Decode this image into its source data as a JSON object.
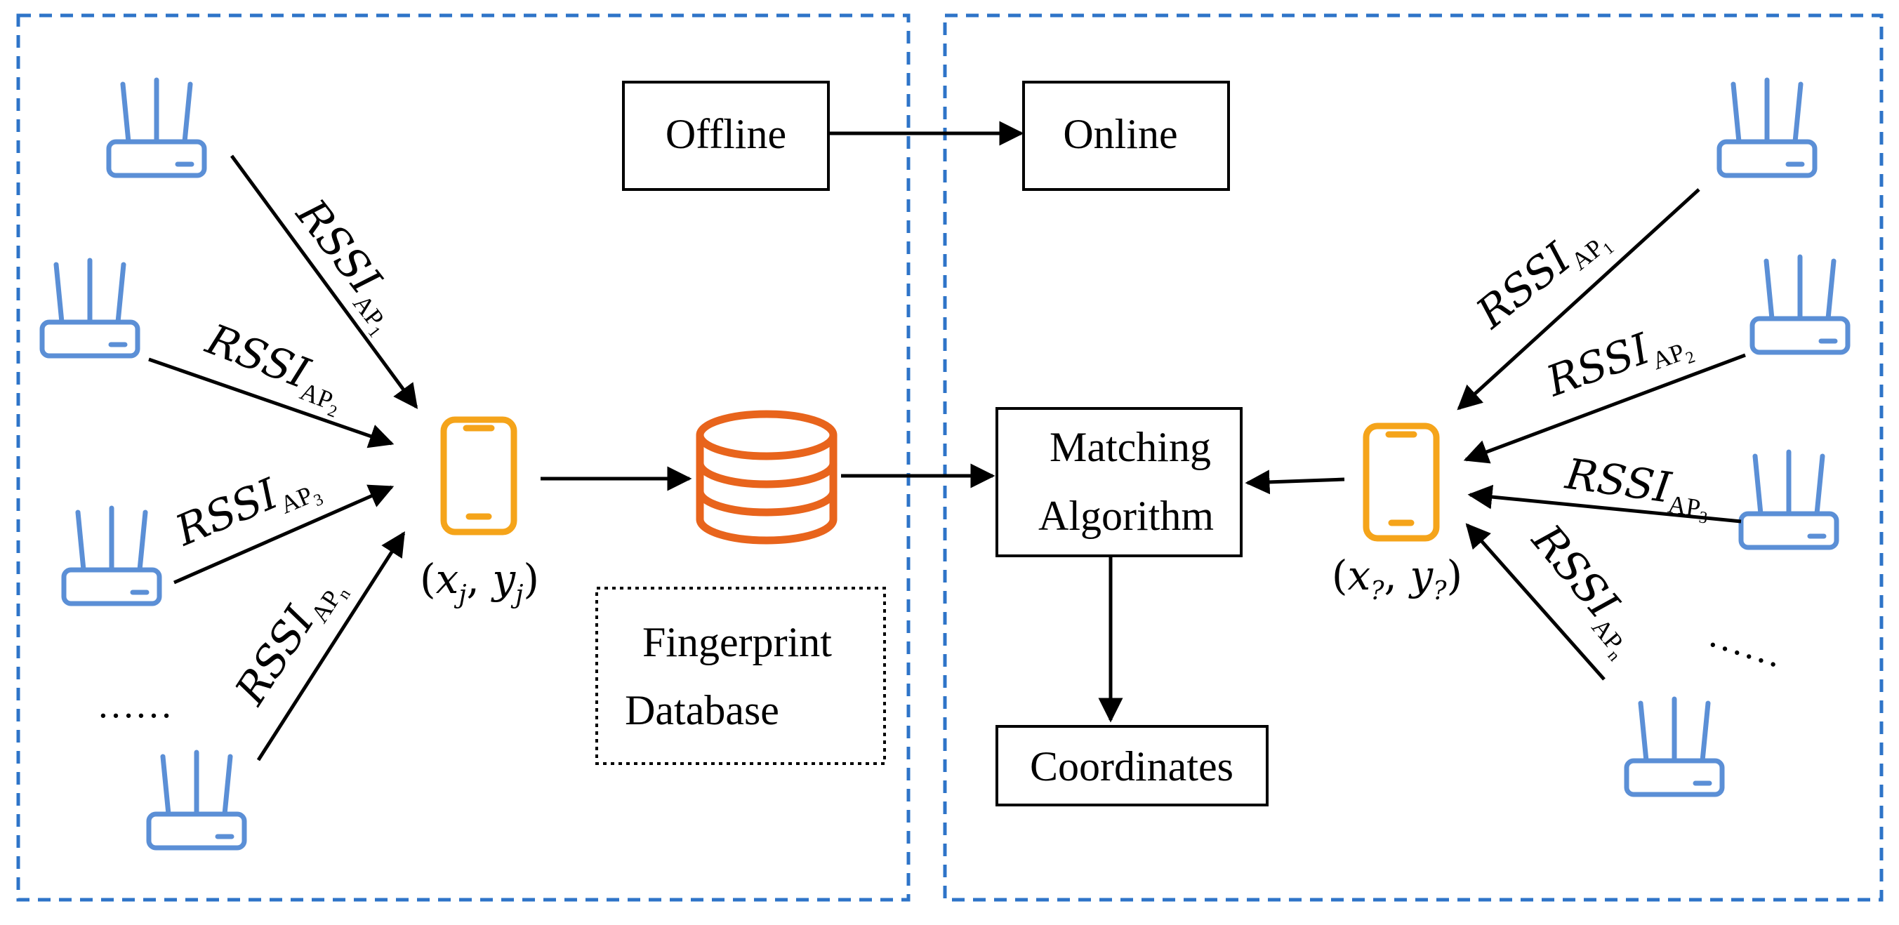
{
  "nodes": {
    "offline": "Offline",
    "online": "Online",
    "matching_line1": "Matching",
    "matching_line2": "Algorithm",
    "coordinates": "Coordinates",
    "fingerprint_line1": "Fingerprint",
    "fingerprint_line2": "Database"
  },
  "signal": {
    "base": "RSSI",
    "ap": "AP",
    "idx1": "1",
    "idx2": "2",
    "idx3": "3",
    "idxn": "n"
  },
  "coords": {
    "offline": {
      "x": "x",
      "y": "y",
      "sub": "j"
    },
    "online": {
      "x": "x",
      "y": "y",
      "sub": "?"
    }
  },
  "ellipsis": "……",
  "colors": {
    "panel_border": "#2e74c8",
    "router": "#5b8fd6",
    "phone": "#f5a41a",
    "database": "#e8641c",
    "line": "#000000"
  }
}
